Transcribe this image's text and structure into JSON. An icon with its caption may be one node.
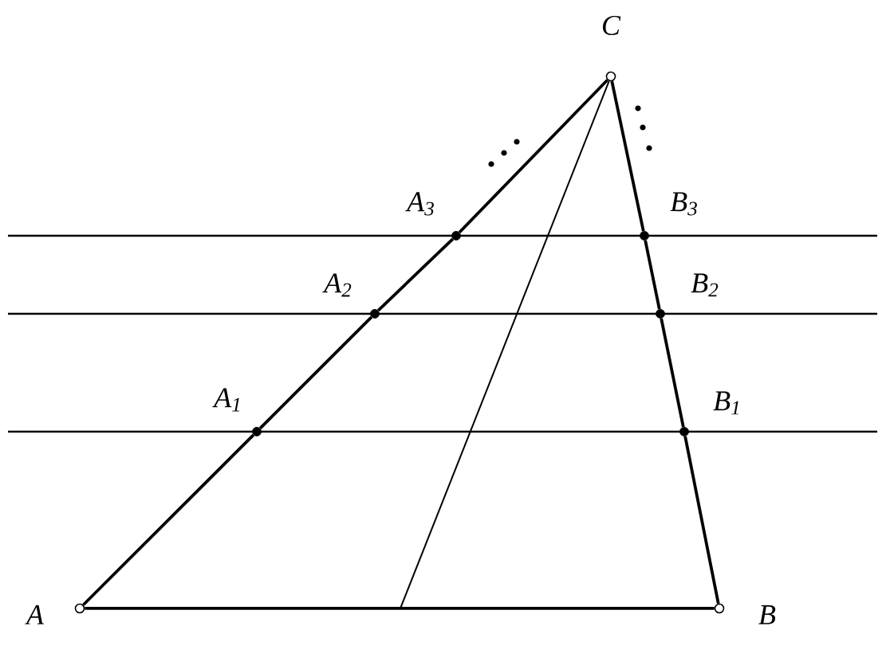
{
  "diagram": {
    "nodes": [
      {
        "text": [
          "C"
        ]
      },
      {
        "text": [
          "A$_{3}$"
        ]
      },
      {
        "text": [
          "B$_{3}$"
        ]
      },
      {
        "text": [
          "A$_{2}$"
        ]
      },
      {
        "text": [
          "B$_{2}$"
        ]
      },
      {
        "text": [
          "A$_{1}$"
        ]
      },
      {
        "text": [
          "B$_{1}$"
        ]
      },
      {
        "text": [
          "A"
        ]
      },
      {
        "text": [
          "B"
        ]
      }
    ],
    "edges": [
      {
        "from": 7,
        "to": 5,
        "arrow": "none"
      },
      {
        "from": 5,
        "to": 3,
        "arrow": "none"
      },
      {
        "from": 3,
        "to": 1,
        "arrow": "none"
      },
      {
        "from": 1,
        "to": 0,
        "arrow": "none"
      },
      {
        "from": 0,
        "to": 2,
        "arrow": "none"
      },
      {
        "from": 2,
        "to": 4,
        "arrow": "none"
      },
      {
        "from": 4,
        "to": 6,
        "arrow": "none"
      },
      {
        "from": 6,
        "to": 8,
        "arrow": "none"
      },
      {
        "from": 7,
        "to": 8,
        "arrow": "none"
      },
      {
        "from": 0,
        "to": null,
        "arrow": "none"
      }
    ]
  }
}
